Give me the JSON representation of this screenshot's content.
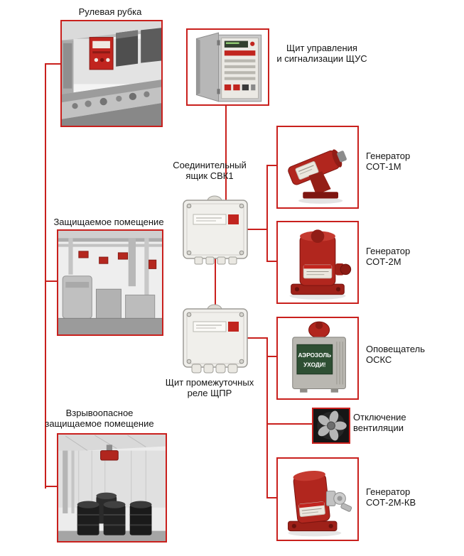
{
  "diagram": {
    "accent_color": "#c9201d",
    "nodes": {
      "wheelhouse": {
        "label": "Рулевая рубка"
      },
      "control_panel": {
        "label_line1": "Щит управления",
        "label_line2": "и сигнализации ЩУС"
      },
      "junction_box": {
        "label_line1": "Соединительный",
        "label_line2": "ящик СВК1"
      },
      "generator_sot1m": {
        "label_line1": "Генератор",
        "label_line2": "СОТ-1М"
      },
      "protected_room": {
        "label": "Защищаемое помещение"
      },
      "generator_sot2m": {
        "label_line1": "Генератор",
        "label_line2": "СОТ-2М"
      },
      "relay_panel": {
        "label_line1": "Щит промежуточных",
        "label_line2": "реле ЩПР"
      },
      "annunciator": {
        "label_line1": "Оповещатель",
        "label_line2": "ОСКС",
        "sign_line1": "АЭРОЗОЛЬ",
        "sign_line2": "УХОДИ!"
      },
      "ventilation": {
        "label_line1": "Отключение",
        "label_line2": "вентиляции"
      },
      "explosive_room": {
        "label_line1": "Взрывоопасное",
        "label_line2": "защищаемое помещение"
      },
      "generator_sot2mkv": {
        "label_line1": "Генератор",
        "label_line2": "СОТ-2М-КВ"
      }
    }
  }
}
